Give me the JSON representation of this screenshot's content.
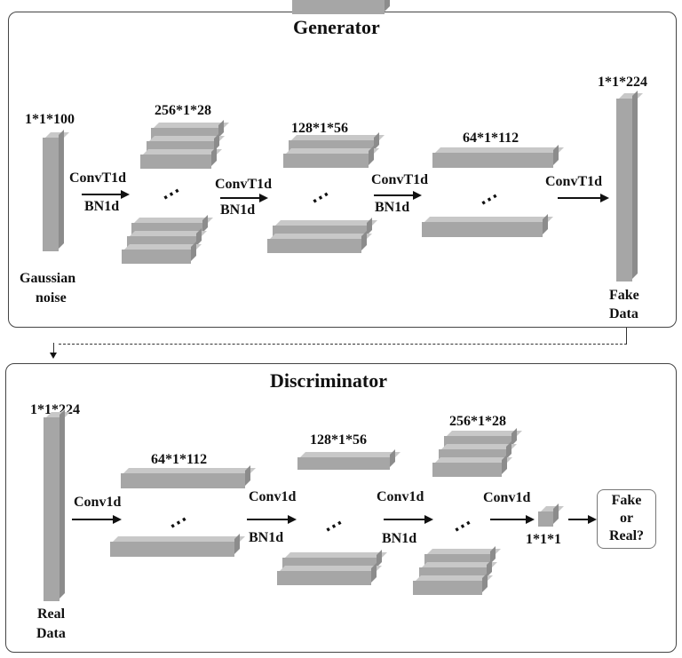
{
  "generator": {
    "title": "Generator",
    "input_label": "1*1*100",
    "input_caption_line1": "Gaussian",
    "input_caption_line2": "noise",
    "layers": [
      {
        "dims": "256*1*28",
        "op_top": "ConvT1d",
        "op_bottom": "BN1d"
      },
      {
        "dims": "128*1*56",
        "op_top": "ConvT1d",
        "op_bottom": "BN1d"
      },
      {
        "dims": "64*1*112",
        "op_top": "ConvT1d",
        "op_bottom": "BN1d"
      }
    ],
    "final_op": "ConvT1d",
    "output_label": "1*1*224",
    "output_caption_line1": "Fake",
    "output_caption_line2": "Data"
  },
  "discriminator": {
    "title": "Discriminator",
    "input_label": "1*1*224",
    "input_caption_line1": "Real",
    "input_caption_line2": "Data",
    "first_op": "Conv1d",
    "layers": [
      {
        "dims": "64*1*112",
        "op_top": "Conv1d",
        "op_bottom": "BN1d"
      },
      {
        "dims": "128*1*56",
        "op_top": "Conv1d",
        "op_bottom": "BN1d"
      },
      {
        "dims": "256*1*28",
        "op_top": "Conv1d",
        "op_bottom": ""
      }
    ],
    "scalar_label": "1*1*1",
    "decision_line1": "Fake",
    "decision_line2": "or",
    "decision_line3": "Real?"
  },
  "ellipsis": "⋯"
}
